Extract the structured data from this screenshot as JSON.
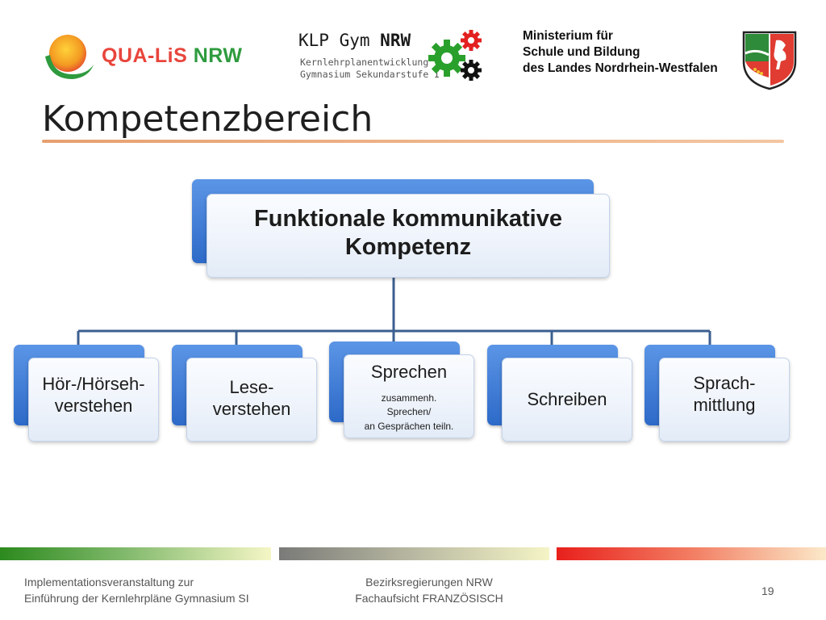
{
  "header": {
    "qualis": {
      "part1": "QUA-LiS",
      "part2": "NRW"
    },
    "klp": {
      "title_part1": "KLP Gym",
      "title_part2": "NRW",
      "line1": "Kernlehrplanentwicklung",
      "line2": "Gymnasium Sekundarstufe I"
    },
    "ministry": {
      "line1": "Ministerium für",
      "line2": "Schule und Bildung",
      "line3": "des Landes Nordrhein-Westfalen"
    }
  },
  "slide": {
    "title": "Kompetenzbereich"
  },
  "orgchart": {
    "root": {
      "line1": "Funktionale kommunikative",
      "line2": "Kompetenz"
    },
    "children": [
      {
        "line1": "Hör-/Hörseh-",
        "line2": "verstehen"
      },
      {
        "line1": "Lese-",
        "line2": "verstehen"
      },
      {
        "title": "Sprechen",
        "sub1": "zusammenh.",
        "sub2": "Sprechen/",
        "sub3": "an Gesprächen teiln."
      },
      {
        "line1": "Schreiben"
      },
      {
        "line1": "Sprach-",
        "line2": "mittlung"
      }
    ]
  },
  "footer": {
    "left_line1": "Implementationsveranstaltung zur",
    "left_line2": "Einführung der Kernlehrpläne Gymnasium SI",
    "center_line1": "Bezirksregierungen NRW",
    "center_line2": "Fachaufsicht FRANZÖSISCH",
    "page": "19"
  },
  "colors": {
    "node_back": "#2d6ac8",
    "connector": "#3b5f8f",
    "title_rule": "#e6a070",
    "qualis_red": "#e8453c",
    "qualis_green": "#2e9b3e",
    "klp_green": "#2aa02c",
    "klp_red": "#e32020"
  }
}
